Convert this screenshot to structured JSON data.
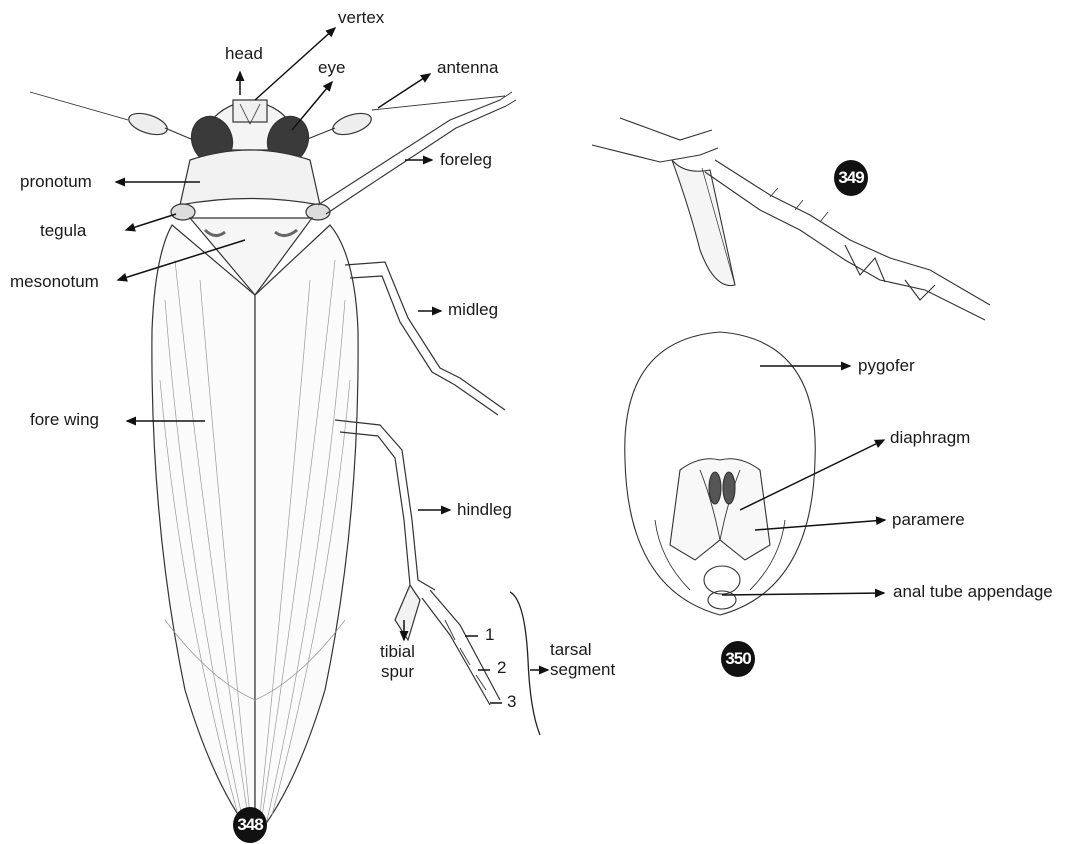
{
  "figure_348": {
    "number": "348",
    "labels": {
      "vertex": "vertex",
      "head": "head",
      "eye": "eye",
      "antenna": "antenna",
      "pronotum": "pronotum",
      "foreleg": "foreleg",
      "tegula": "tegula",
      "mesonotum": "mesonotum",
      "midleg": "midleg",
      "fore_wing": "fore wing",
      "hindleg": "hindleg",
      "tibial_spur": "tibial\nspur",
      "tarsal_segment": "tarsal\nsegment",
      "tarsal_1": "1",
      "tarsal_2": "2",
      "tarsal_3": "3"
    }
  },
  "figure_349": {
    "number": "349"
  },
  "figure_350": {
    "number": "350",
    "labels": {
      "pygofer": "pygofer",
      "diaphragm": "diaphragm",
      "paramere": "paramere",
      "anal_tube_appendage": "anal tube appendage"
    }
  }
}
